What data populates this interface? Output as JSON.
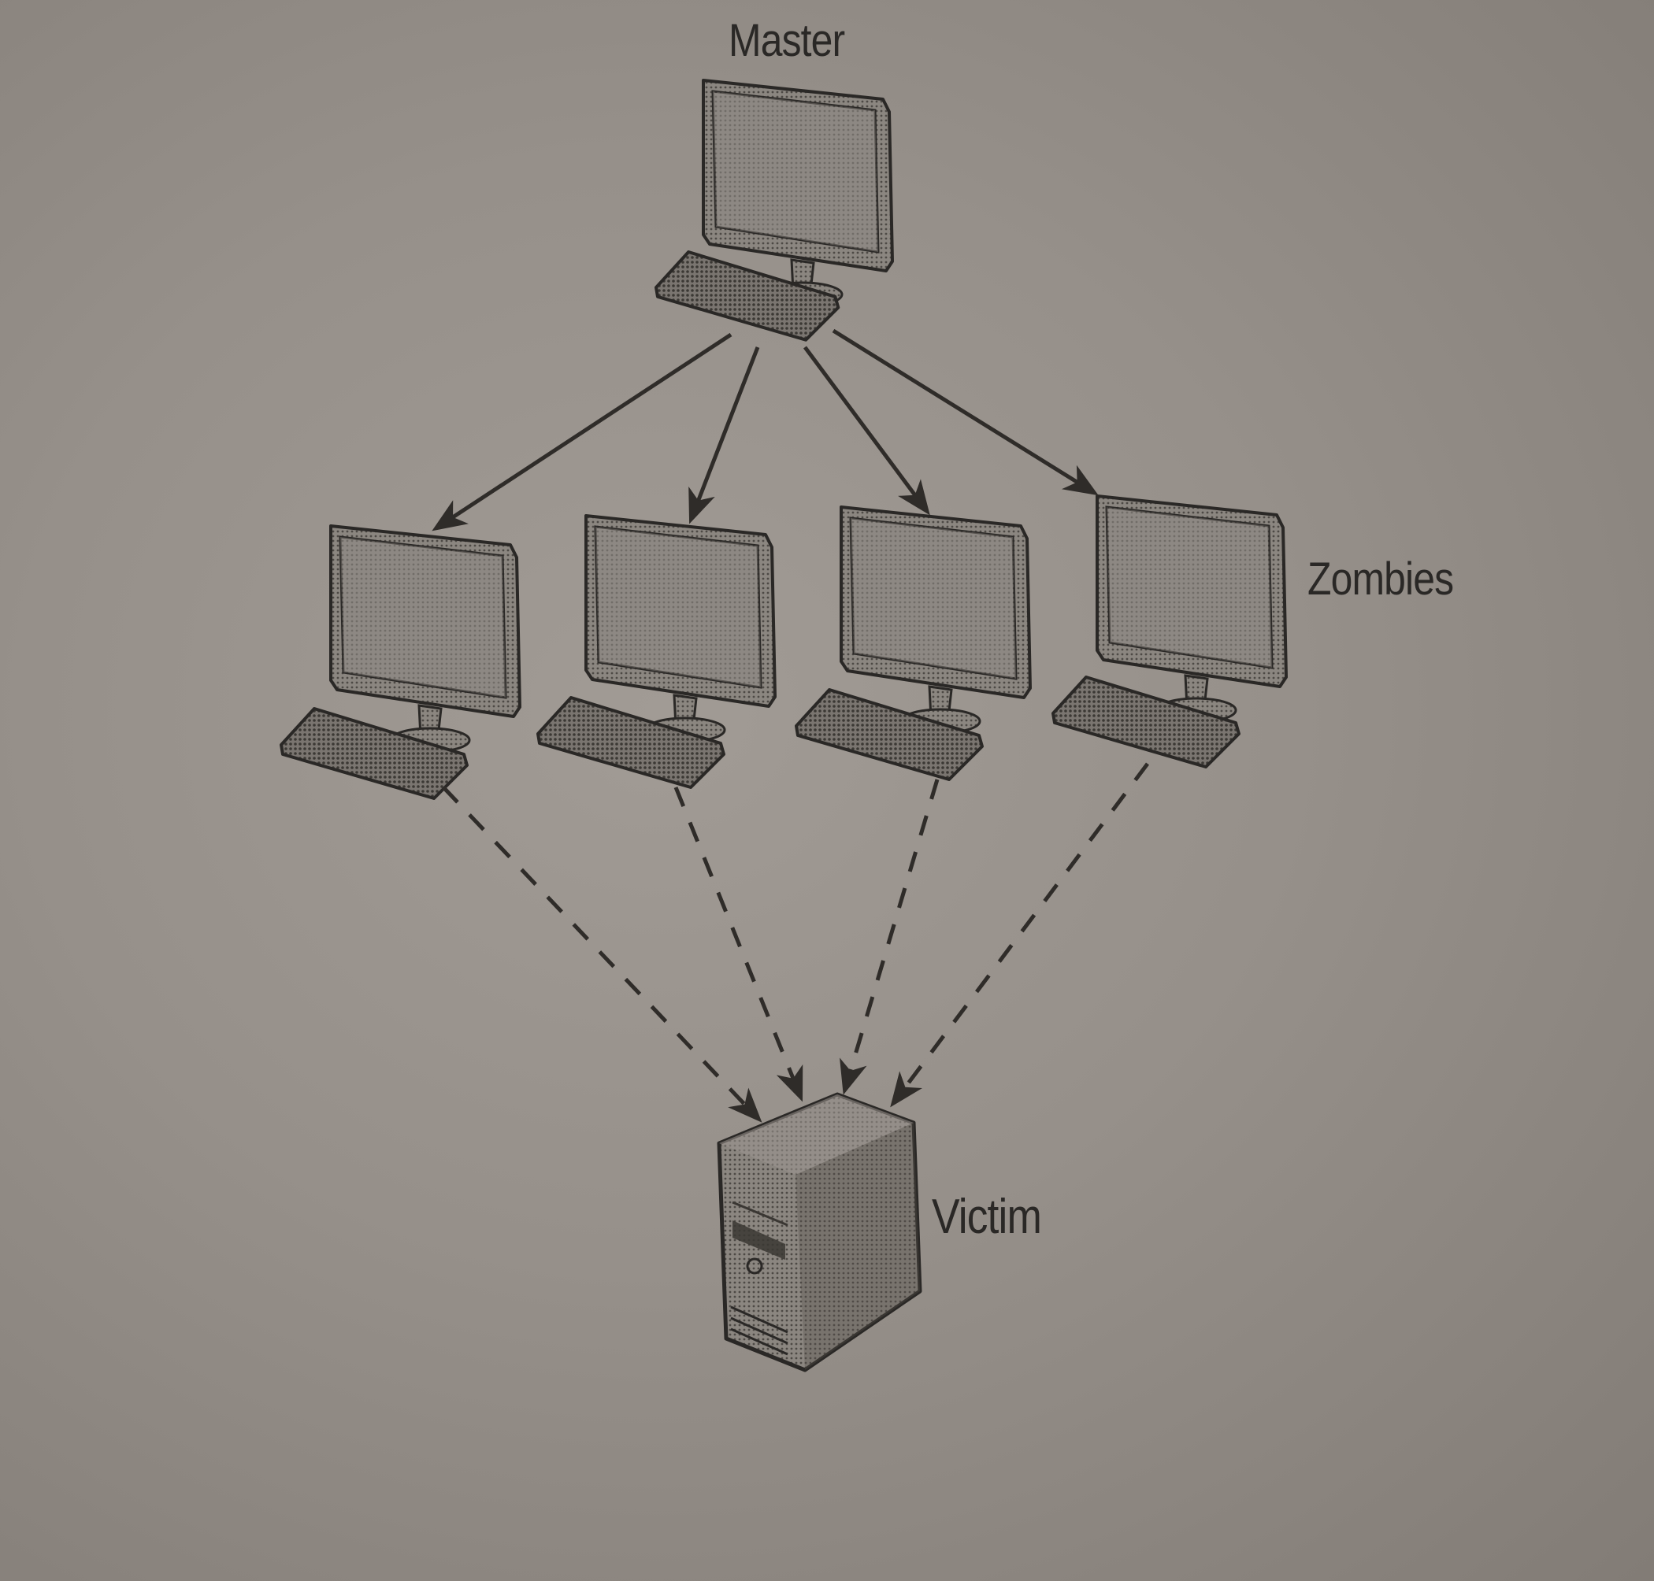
{
  "figure": {
    "title": "DDoS attack topology",
    "nodes": {
      "master": {
        "label": "Master",
        "type": "computer"
      },
      "zombies": {
        "label": "Zombies",
        "type": "computer",
        "count": 4
      },
      "victim": {
        "label": "Victim",
        "type": "server"
      }
    },
    "edges": [
      {
        "from": "master",
        "to": "zombie-1",
        "style": "solid"
      },
      {
        "from": "master",
        "to": "zombie-2",
        "style": "solid"
      },
      {
        "from": "master",
        "to": "zombie-3",
        "style": "solid"
      },
      {
        "from": "master",
        "to": "zombie-4",
        "style": "solid"
      },
      {
        "from": "zombie-1",
        "to": "victim",
        "style": "dashed"
      },
      {
        "from": "zombie-2",
        "to": "victim",
        "style": "dashed"
      },
      {
        "from": "zombie-3",
        "to": "victim",
        "style": "dashed"
      },
      {
        "from": "zombie-4",
        "to": "victim",
        "style": "dashed"
      }
    ]
  },
  "colors": {
    "ink": "#2a2826",
    "screen_fill": "#8e8984",
    "device_fill": "#77726d",
    "paper": "#9a948e"
  }
}
